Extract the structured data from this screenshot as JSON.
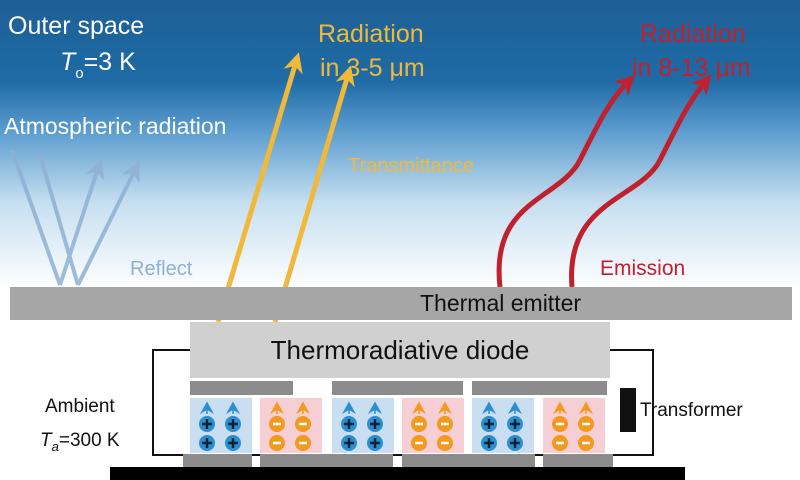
{
  "outer_space": {
    "title": "Outer space",
    "temp_symbol": "T",
    "temp_sub": "o",
    "temp_value": "=3 K"
  },
  "atmospheric": {
    "label": "Atmospheric radiation",
    "reflect": "Reflect"
  },
  "radiation_35": {
    "line1": "Radiation",
    "line2": "in 3-5 μm",
    "transmittance": "Transmittance"
  },
  "radiation_813": {
    "line1": "Radiation",
    "line2": "in 8-13 μm",
    "emission": "Emission"
  },
  "thermal_emitter": "Thermal emitter",
  "diode": "Thermoradiative diode",
  "ambient": {
    "label": "Ambient",
    "temp_symbol": "T",
    "temp_sub": "a",
    "temp_value": "=300 K"
  },
  "transformer": "Transformer",
  "colors": {
    "sky": "#1b5e95",
    "yellow": "#f0b93a",
    "red": "#c0212e",
    "blue_reflect": "#8fb0d4",
    "p_cell": "#c9def0",
    "n_cell": "#f5cfd3",
    "plus": "#2a8fcf",
    "minus": "#f29a1f"
  }
}
